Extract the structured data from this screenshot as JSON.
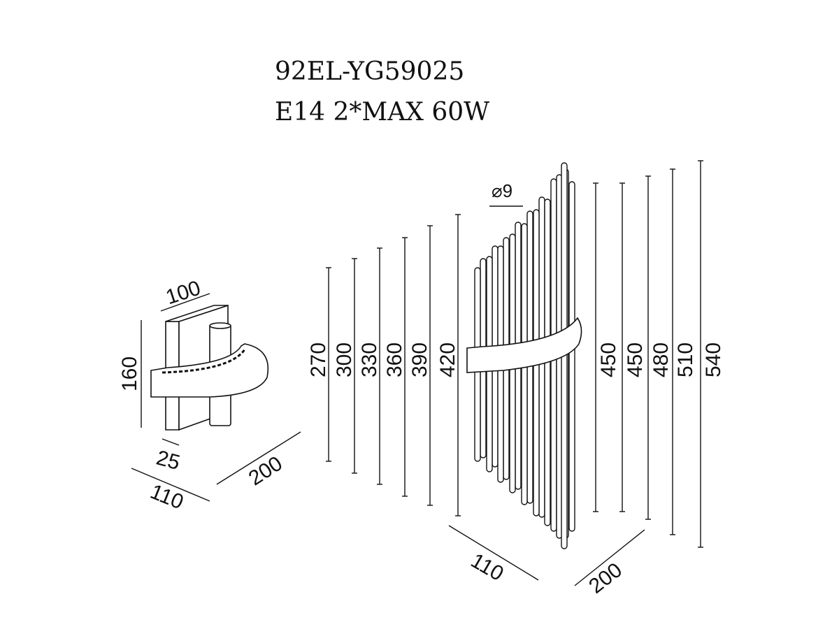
{
  "header": {
    "model": "92EL-YG59025",
    "spec": "E14  2*MAX 60W"
  },
  "bracket_view": {
    "width_top": "100",
    "height": "160",
    "depth_plate": "25",
    "depth": "110",
    "length": "200"
  },
  "lamp_view": {
    "rod_diameter": "⌀9",
    "left_heights": [
      "270",
      "300",
      "330",
      "360",
      "390",
      "420"
    ],
    "right_heights": [
      "450",
      "450",
      "480",
      "510",
      "540"
    ],
    "depth": "110",
    "length": "200"
  }
}
